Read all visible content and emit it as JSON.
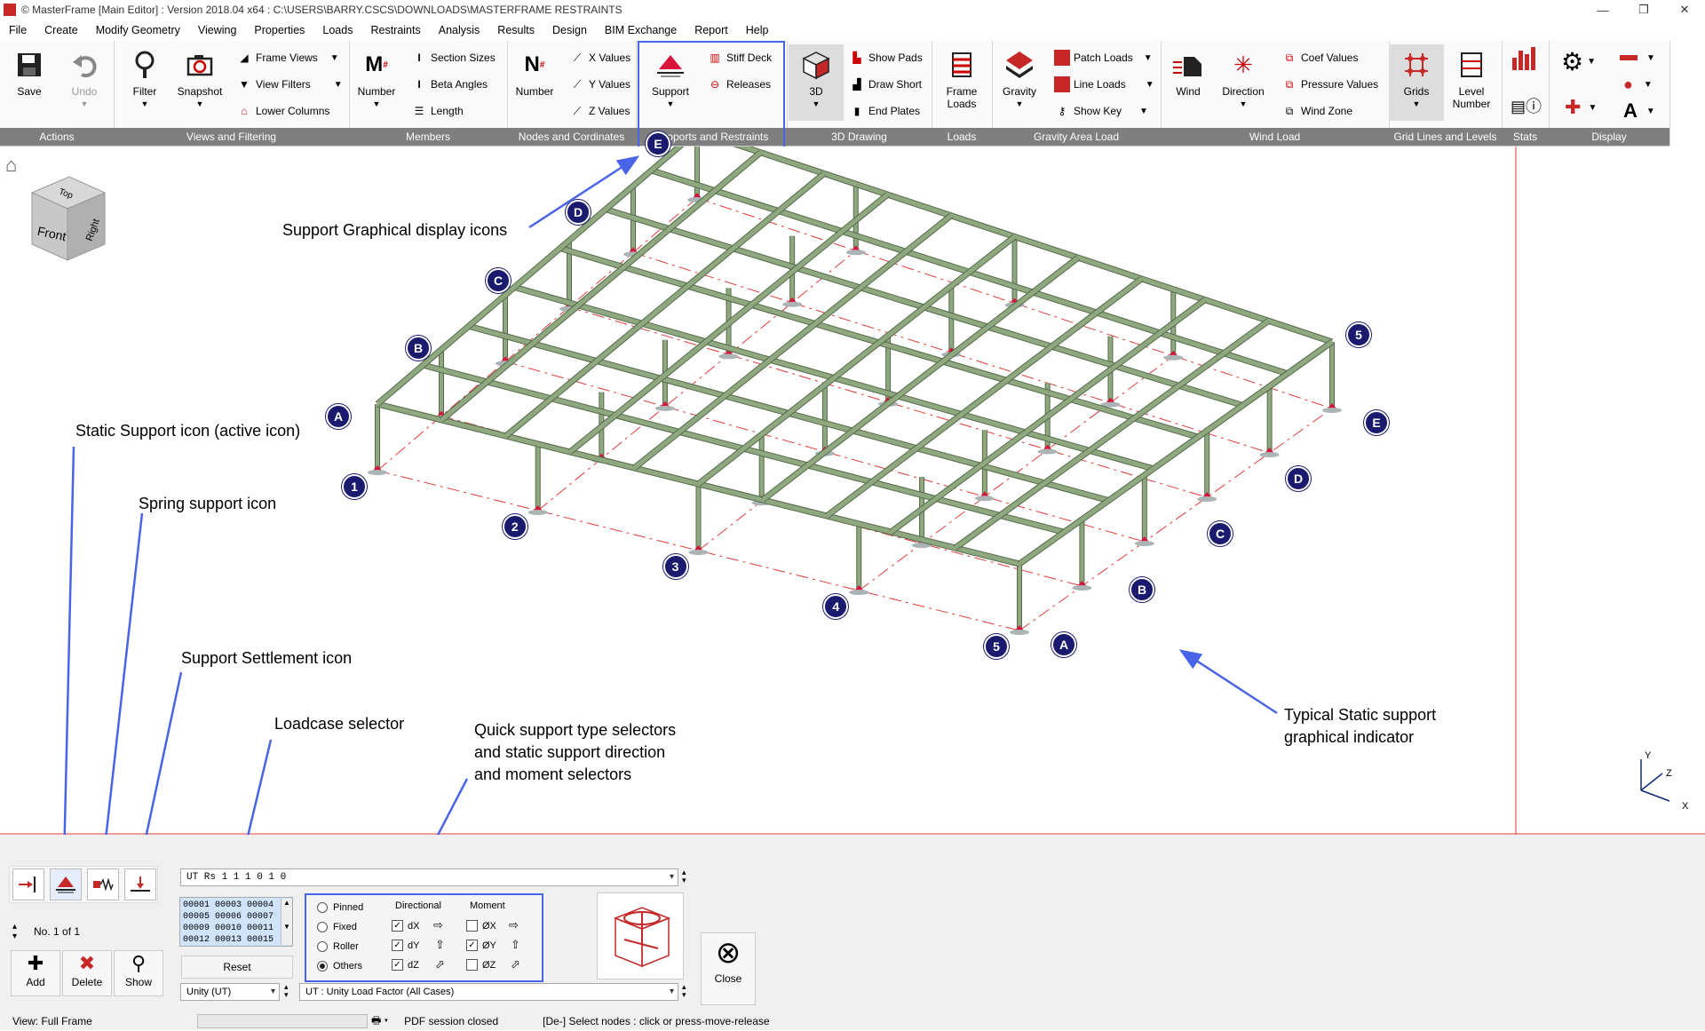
{
  "window": {
    "title": "© MasterFrame [Main Editor] : Version 2018.04 x64 : C:\\USERS\\BARRY.CSCS\\DOWNLOADS\\MASTERFRAME RESTRAINTS",
    "minimize": "—",
    "maximize": "❐",
    "close": "✕"
  },
  "menu": [
    "File",
    "Create",
    "Modify Geometry",
    "Viewing",
    "Properties",
    "Loads",
    "Restraints",
    "Analysis",
    "Results",
    "Design",
    "BIM Exchange",
    "Report",
    "Help"
  ],
  "ribbon": {
    "groups": {
      "actions": "Actions",
      "views": "Views and Filtering",
      "members": "Members",
      "nodes": "Nodes and Cordinates",
      "supports": "Supports and Restraints",
      "drawing": "3D Drawing",
      "loads": "Loads",
      "gravity": "Gravity Area Load",
      "wind": "Wind Load",
      "grid": "Grid Lines and Levels",
      "stats": "Stats",
      "display": "Display"
    },
    "save": "Save",
    "undo": "Undo",
    "filter": "Filter",
    "snapshot": "Snapshot",
    "frame_views": "Frame Views",
    "view_filters": "View Filters",
    "lower_columns": "Lower Columns",
    "members_number": "Number",
    "section_sizes": "Section Sizes",
    "beta_angles": "Beta Angles",
    "length": "Length",
    "nodes_number": "Number",
    "x_values": "X Values",
    "y_values": "Y Values",
    "z_values": "Z Values",
    "support": "Support",
    "stiff_deck": "Stiff Deck",
    "releases": "Releases",
    "three_d": "3D",
    "show_pads": "Show Pads",
    "draw_short": "Draw Short",
    "end_plates": "End Plates",
    "frame_loads_1": "Frame",
    "frame_loads_2": "Loads",
    "gravity": "Gravity",
    "patch_loads": "Patch Loads",
    "line_loads": "Line Loads",
    "show_key": "Show Key",
    "wind": "Wind",
    "direction": "Direction",
    "coef_values": "Coef Values",
    "pressure_values": "Pressure Values",
    "wind_zone": "Wind Zone",
    "grids": "Grids",
    "level_number_1": "Level",
    "level_number_2": "Number"
  },
  "viewcube": {
    "top": "Top",
    "front": "Front",
    "right": "Right"
  },
  "annotations": {
    "support_graphical": "Support Graphical display icons",
    "static_support": "Static Support icon (active icon)",
    "spring_support": "Spring support icon",
    "settlement": "Support Settlement icon",
    "loadcase": "Loadcase selector",
    "quick_1": "Quick support type selectors",
    "quick_2": "and static support direction",
    "quick_3": "and moment selectors",
    "typical_1": "Typical Static support",
    "typical_2": "graphical indicator"
  },
  "grid_labels": {
    "letters_left": [
      "A",
      "B",
      "C",
      "D",
      "E"
    ],
    "numbers_front": [
      "1",
      "2",
      "3",
      "4",
      "5"
    ],
    "letters_right": [
      "A",
      "B",
      "C",
      "D",
      "E"
    ],
    "back_number": "5"
  },
  "axes": {
    "x": "X",
    "y": "Y",
    "z": "Z"
  },
  "panel": {
    "restraint_code": "UT Rs 1 1 1 0 1 0",
    "node_list": [
      "00001 00003 00004",
      "00005 00006 00007",
      "00009 00010 00011",
      "00012 00013 00015"
    ],
    "counter": "No. 1 of 1",
    "reset": "Reset",
    "add": "Add",
    "delete": "Delete",
    "show": "Show",
    "loadcase_value": "Unity (UT)",
    "load_factor": "UT : Unity Load Factor (All Cases)",
    "types": [
      "Pinned",
      "Fixed",
      "Roller",
      "Others"
    ],
    "directional": "Directional",
    "moment": "Moment",
    "dx": "dX",
    "dy": "dY",
    "dz": "dZ",
    "ox": "ØX",
    "oy": "ØY",
    "oz": "ØZ",
    "close": "Close"
  },
  "status": {
    "view": "View: Full Frame",
    "pdf": "PDF session closed",
    "hint": "[De-] Select nodes : click or press-move-release"
  },
  "colors": {
    "frame": "#8fa880",
    "support": "#d9143a",
    "callout": "#4a64e8",
    "gridline": "#e33a3a",
    "bubble": "#1a1a6e"
  }
}
